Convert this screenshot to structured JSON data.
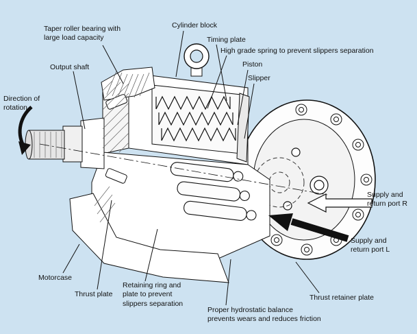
{
  "colors": {
    "background": "#cde2f1",
    "line": "#111111",
    "fill": "#ffffff"
  },
  "labels": {
    "taper_roller_bearing": "Taper roller bearing with\nlarge load capacity",
    "output_shaft": "Output shaft",
    "direction_of_rotation": "Direction of\nrotation",
    "cylinder_block": "Cylinder block",
    "timing_plate": "Timing plate",
    "high_grade_spring": "High grade spring to prevent slippers separation",
    "piston": "Piston",
    "slipper": "Slipper",
    "supply_return_port_r": "Supply and\nreturn port R",
    "supply_return_port_l": "Supply and\nreturn port L",
    "motorcase": "Motorcase",
    "thrust_plate": "Thrust plate",
    "retaining_ring": "Retaining ring and\nplate to prevent\nslippers separation",
    "hydrostatic_balance": "Proper hydrostatic balance\nprevents wears and reduces friction",
    "thrust_retainer_plate": "Thrust retainer plate"
  },
  "icons": {
    "rotation_arrow": "curved-arrow-down",
    "port_r_arrow": "arrow-left-outline",
    "port_l_arrow": "arrow-up-left-solid"
  }
}
